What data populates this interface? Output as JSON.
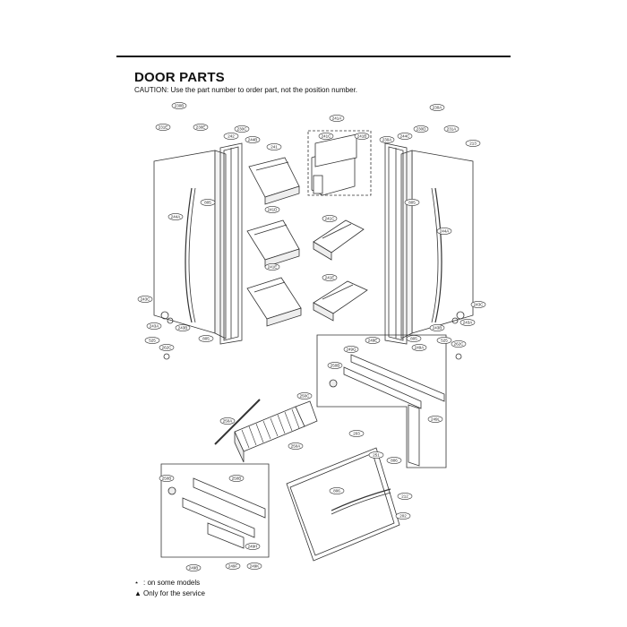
{
  "header": {
    "title": "DOOR PARTS",
    "caution": "CAUTION: Use the part number to order part, not the position number."
  },
  "callouts": {
    "c230B": "230B",
    "c231E": "231E",
    "c230E": "230E",
    "c242": "242",
    "c230C": "230C",
    "c244B": "244B",
    "c241": "241",
    "c241A": "241A",
    "c241C": "241C",
    "c241B": "241B",
    "c230A": "230A",
    "c231A": "231A",
    "c230D": "230D",
    "c244C": "244C",
    "c230A2": "230A",
    "c213": "213",
    "c805a": "805",
    "c805b": "805",
    "c244A_l": "244A",
    "c244A_r": "244A",
    "c241D": "241D",
    "c241C2": "241C",
    "c241E": "241E",
    "c241E2": "241E",
    "c243C_l": "243C",
    "c243A_l": "243A",
    "c243B_l": "243B",
    "c805c": "805",
    "c525_l": "525",
    "c262C_l": "262C",
    "c243C_r": "243C",
    "c243A_r": "243A",
    "c243B_r": "243B",
    "c525_r": "525",
    "c262C_r": "262C",
    "c805d": "805",
    "c249G": "249G",
    "c249E": "249E",
    "c250B": "250B",
    "c249A": "249A",
    "c249L": "249L",
    "c250C": "250C",
    "c250A": "250A",
    "c250A2": "250A",
    "c203": "203",
    "c251": "251",
    "c250B2": "250B",
    "c250B3": "250B",
    "c806": "806",
    "c212": "212",
    "c806b": "806",
    "c202": "202",
    "c249H": "249H",
    "c249B": "249B",
    "c249F": "249F",
    "c249K": "249K"
  },
  "legend": {
    "line1_symbol": "⋆",
    "line1_text": ": on some models",
    "line2_symbol": "▲",
    "line2_text": "Only for the service"
  },
  "colors": {
    "ink": "#111111",
    "line": "#333333",
    "fill": "#ffffff"
  }
}
